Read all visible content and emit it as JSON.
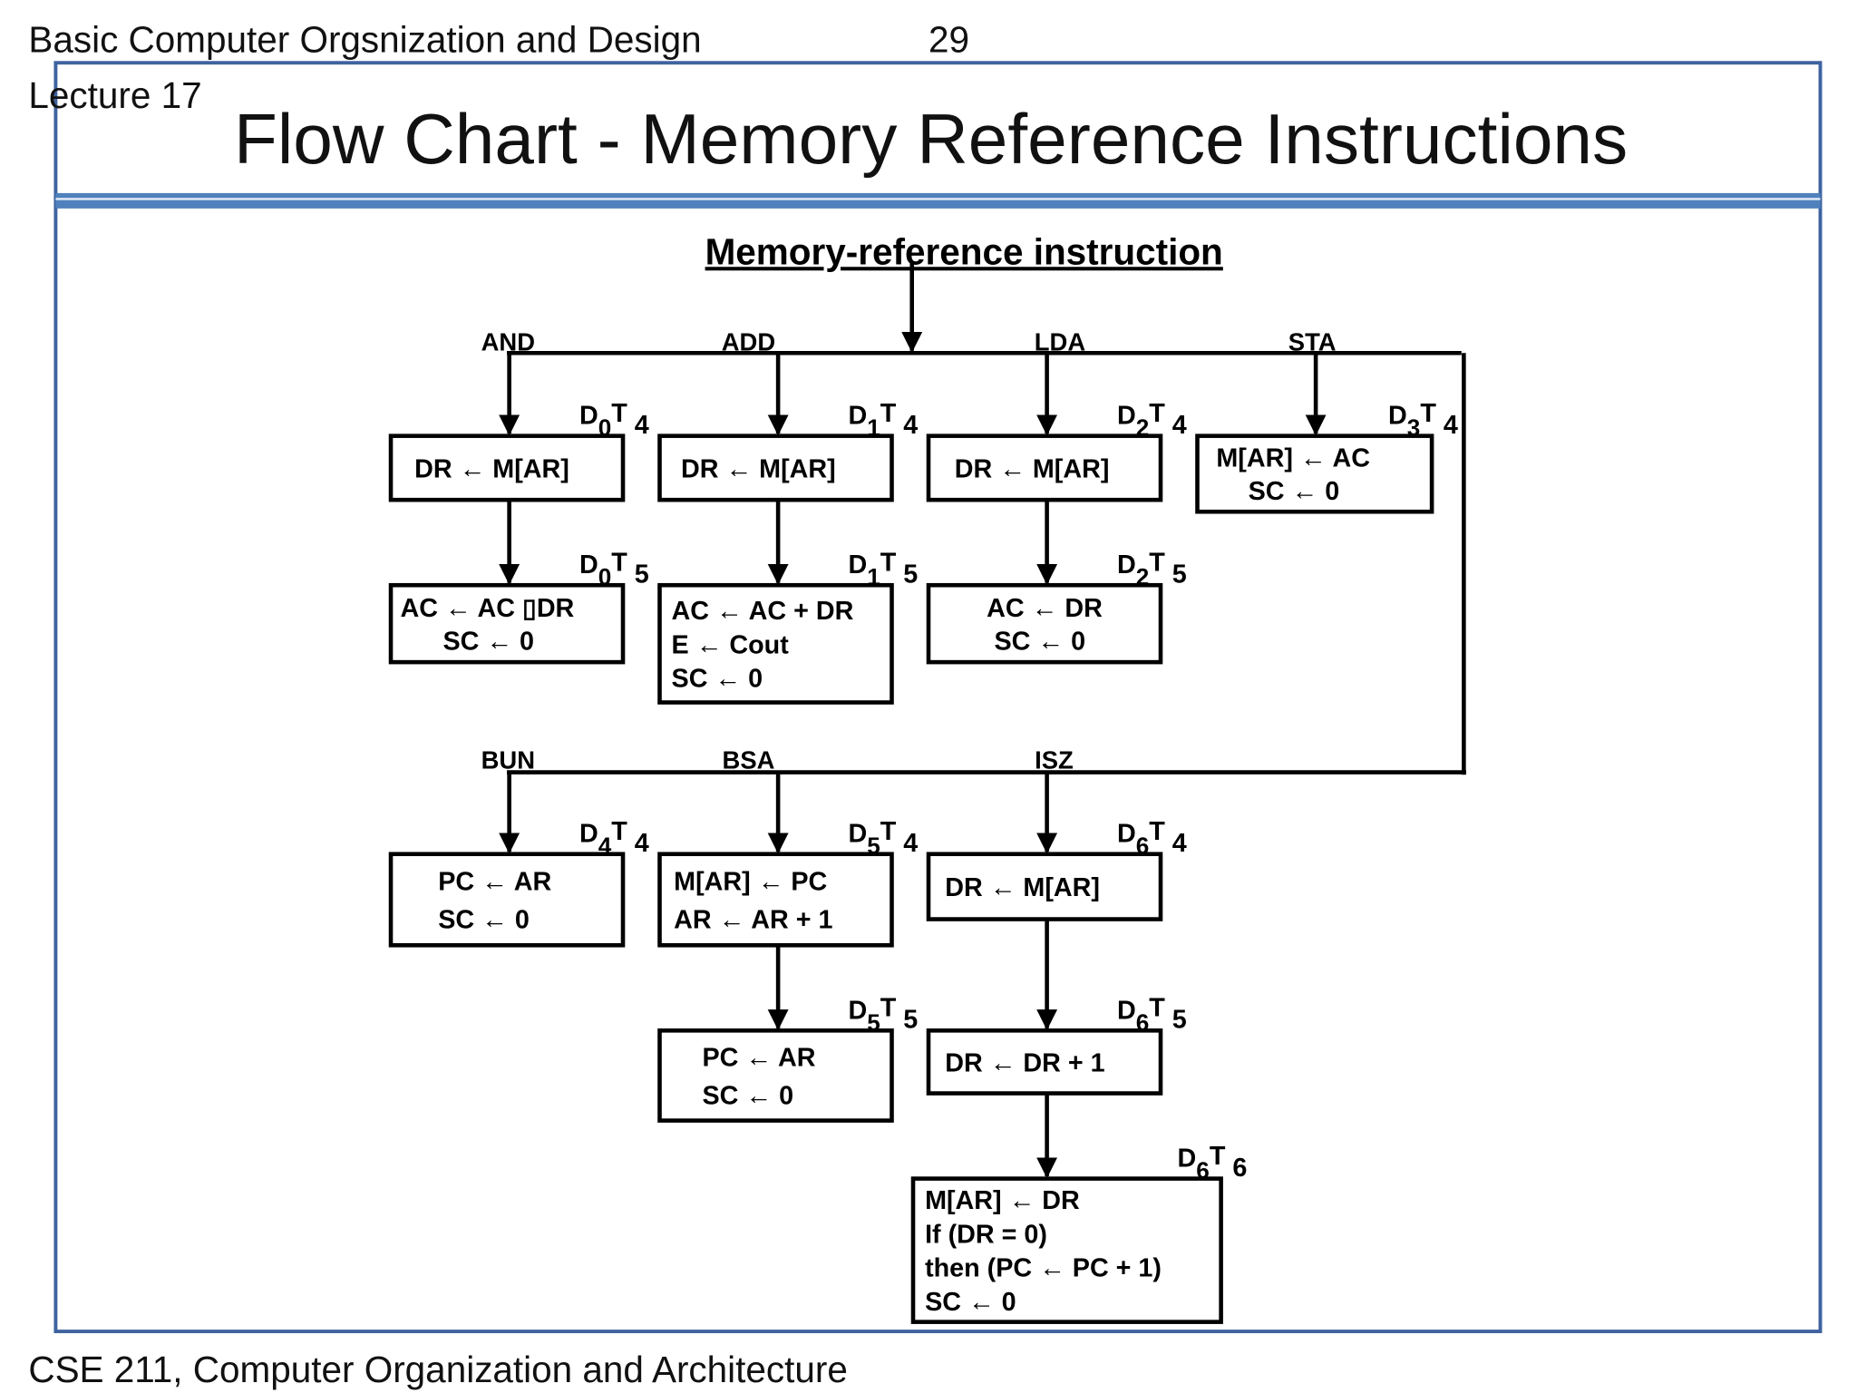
{
  "header": {
    "course_title": "Basic Computer Orgsnization and Design",
    "page_number": "29",
    "lecture": "Lecture 17"
  },
  "slide": {
    "title": "Flow Chart - Memory Reference Instructions",
    "frame_color": "#3F63A0",
    "rule_color": "#4F81BD"
  },
  "diagram": {
    "heading": "Memory-reference instruction",
    "branches": [
      "AND",
      "ADD",
      "LDA",
      "STA",
      "BUN",
      "BSA",
      "ISZ"
    ],
    "boxes": [
      {
        "id": "and-1",
        "timing": {
          "d": "0",
          "t": "4"
        },
        "lines": [
          "DR ← M[AR]"
        ]
      },
      {
        "id": "and-2",
        "timing": {
          "d": "0",
          "t": "5"
        },
        "lines": [
          "AC ← AC  ▯DR",
          "SC ← 0"
        ]
      },
      {
        "id": "add-1",
        "timing": {
          "d": "1",
          "t": "4"
        },
        "lines": [
          "DR ← M[AR]"
        ]
      },
      {
        "id": "add-2",
        "timing": {
          "d": "1",
          "t": "5"
        },
        "lines": [
          "AC ← AC + DR",
          "E ← Cout",
          "SC ← 0"
        ]
      },
      {
        "id": "lda-1",
        "timing": {
          "d": "2",
          "t": "4"
        },
        "lines": [
          "DR ← M[AR]"
        ]
      },
      {
        "id": "lda-2",
        "timing": {
          "d": "2",
          "t": "5"
        },
        "lines": [
          "AC ← DR",
          "SC ← 0"
        ]
      },
      {
        "id": "sta-1",
        "timing": {
          "d": "3",
          "t": "4"
        },
        "lines": [
          "M[AR] ← AC",
          "SC ← 0"
        ]
      },
      {
        "id": "bun-1",
        "timing": {
          "d": "4",
          "t": "4"
        },
        "lines": [
          "PC ← AR",
          "SC ← 0"
        ]
      },
      {
        "id": "bsa-1",
        "timing": {
          "d": "5",
          "t": "4"
        },
        "lines": [
          "M[AR] ← PC",
          "AR ← AR + 1"
        ]
      },
      {
        "id": "bsa-2",
        "timing": {
          "d": "5",
          "t": "5"
        },
        "lines": [
          "PC ← AR",
          "SC ← 0"
        ]
      },
      {
        "id": "isz-1",
        "timing": {
          "d": "6",
          "t": "4"
        },
        "lines": [
          "DR ← M[AR]"
        ]
      },
      {
        "id": "isz-2",
        "timing": {
          "d": "6",
          "t": "5"
        },
        "lines": [
          "DR ← DR + 1"
        ]
      },
      {
        "id": "isz-3",
        "timing": {
          "d": "6",
          "t": "6"
        },
        "lines": [
          "M[AR] ← DR",
          "If (DR = 0)",
          "then (PC ← PC + 1)",
          "SC ← 0"
        ]
      }
    ]
  },
  "footer": {
    "course": "CSE 211, Computer Organization and Architecture"
  }
}
